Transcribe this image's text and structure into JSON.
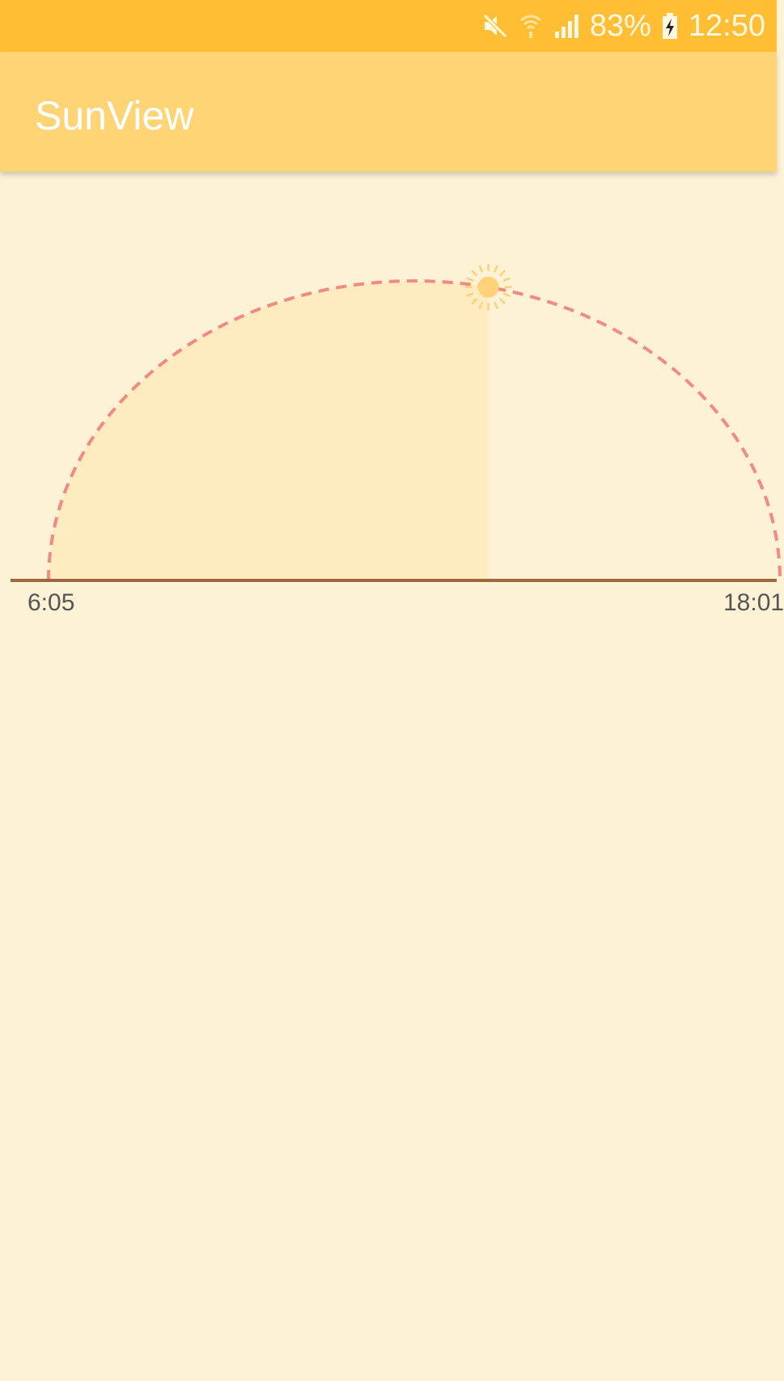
{
  "status_bar": {
    "battery_text": "83%",
    "time": "12:50",
    "icons": [
      "mute-icon",
      "wifi-icon",
      "signal-icon",
      "battery-charging-icon"
    ]
  },
  "app_bar": {
    "title": "SunView"
  },
  "sun_view": {
    "sunrise": "6:05",
    "sunset": "18:01",
    "current_time": "12:50",
    "day_progress": 0.565,
    "colors": {
      "background": "#fdf2d6",
      "arc": "#f28a82",
      "fill": "#feebc0",
      "sun": "#ffd279",
      "horizon": "#9a6a3e",
      "label": "#555555"
    }
  }
}
